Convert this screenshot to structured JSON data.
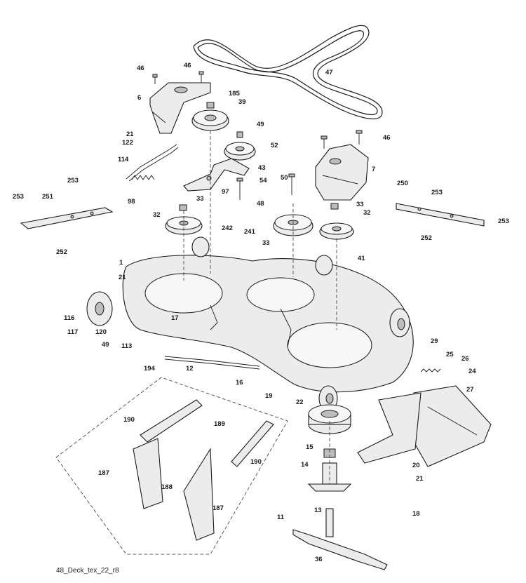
{
  "diagram": {
    "part_numbers": [
      "46",
      "46",
      "6",
      "185",
      "39",
      "47",
      "49",
      "21",
      "122",
      "52",
      "114",
      "43",
      "97",
      "54",
      "50",
      "46",
      "7",
      "98",
      "33",
      "253",
      "251",
      "253",
      "32",
      "242",
      "241",
      "48",
      "33",
      "32",
      "250",
      "253",
      "253",
      "252",
      "252",
      "33",
      "1",
      "41",
      "21",
      "116",
      "117",
      "120",
      "17",
      "49",
      "113",
      "194",
      "12",
      "16",
      "19",
      "29",
      "25",
      "26",
      "24",
      "27",
      "22",
      "15",
      "20",
      "21",
      "14",
      "18",
      "13",
      "11",
      "36",
      "190",
      "189",
      "187",
      "188",
      "190",
      "187"
    ],
    "figure_code": "48_Deck_tex_22_r8"
  }
}
